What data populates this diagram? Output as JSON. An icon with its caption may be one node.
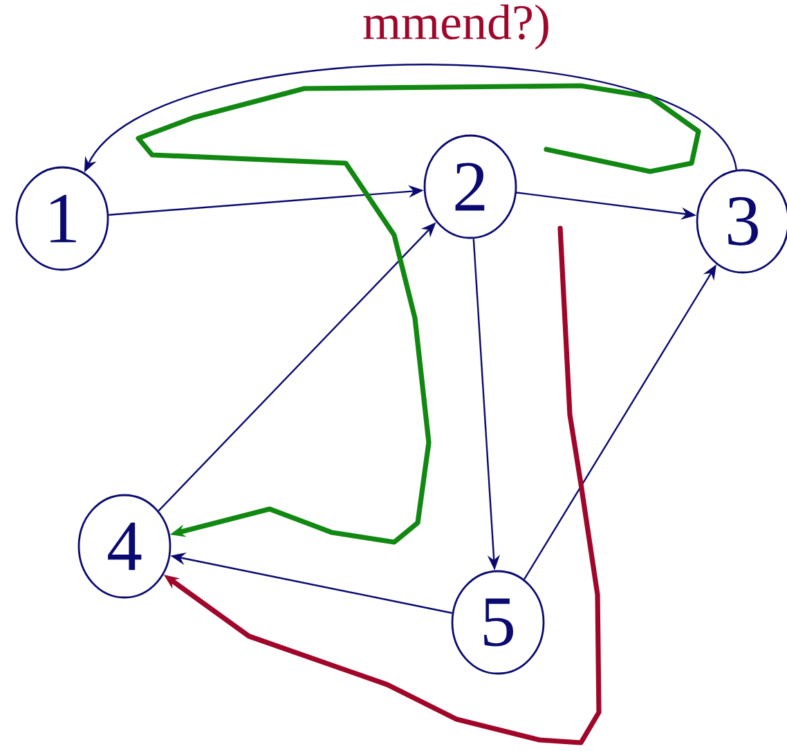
{
  "diagram": {
    "nodes": [
      {
        "text": [
          "1"
        ]
      },
      {
        "text": [
          "2"
        ]
      },
      {
        "text": [
          "3"
        ]
      },
      {
        "text": [
          "4"
        ]
      },
      {
        "text": [
          "5"
        ]
      }
    ],
    "edges": [
      {
        "from": 0,
        "to": 1,
        "arrow": "to"
      },
      {
        "from": 1,
        "to": 2,
        "arrow": "to"
      },
      {
        "from": 2,
        "to": 0,
        "arrow": "to"
      },
      {
        "from": 1,
        "to": 4,
        "arrow": "to"
      },
      {
        "from": 4,
        "to": 2,
        "arrow": "to"
      },
      {
        "from": 3,
        "to": 1,
        "arrow": "to"
      },
      {
        "from": 4,
        "to": 3,
        "arrow": "to"
      },
      {
        "from": null,
        "to": 3,
        "arrow": "to",
        "style": "thick",
        "color": "#118811"
      },
      {
        "from": null,
        "to": 3,
        "arrow": "to",
        "style": "thick",
        "color": "#a0062a"
      }
    ],
    "labels": [
      "mmend?)"
    ]
  }
}
